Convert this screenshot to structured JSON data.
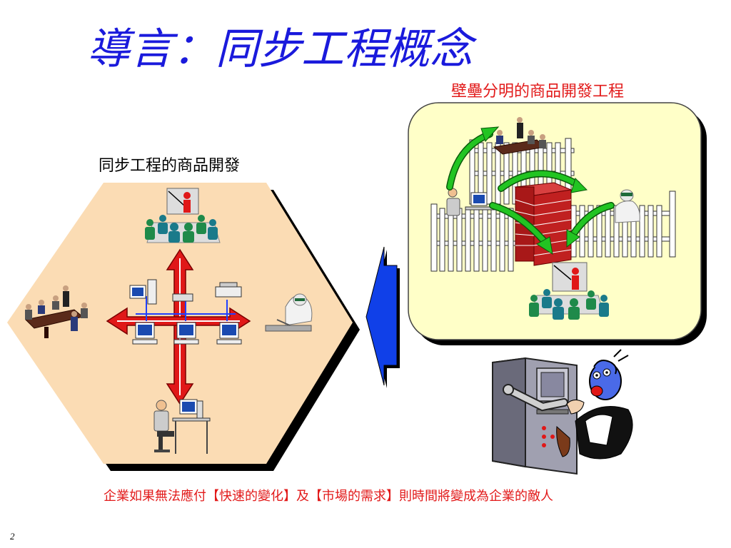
{
  "slide": {
    "title": "導言：同步工程概念",
    "label_wall": "壁壘分明的商品開發工程",
    "label_concurrent": "同步工程的商品開發",
    "bottom_text": "企業如果無法應付【快速的變化】及【市場的需求】則時間將變成為企業的敵人",
    "page_number": "2"
  },
  "colors": {
    "title": "#1a1adc",
    "red_text": "#e21a1a",
    "hexagon_fill": "#fbdcb4",
    "panel_fill": "#ffffc8",
    "arrow_blue": "#1040e8",
    "arrow_red": "#e01818",
    "arrow_green": "#22c422",
    "brick": "#c02020"
  },
  "icons": [
    "presentation-team-icon",
    "meeting-table-icon",
    "computer-network-icon",
    "cleanroom-worker-icon",
    "desk-worker-icon",
    "picket-fence-icon",
    "brick-wall-icon",
    "frustrated-computer-user-icon"
  ]
}
